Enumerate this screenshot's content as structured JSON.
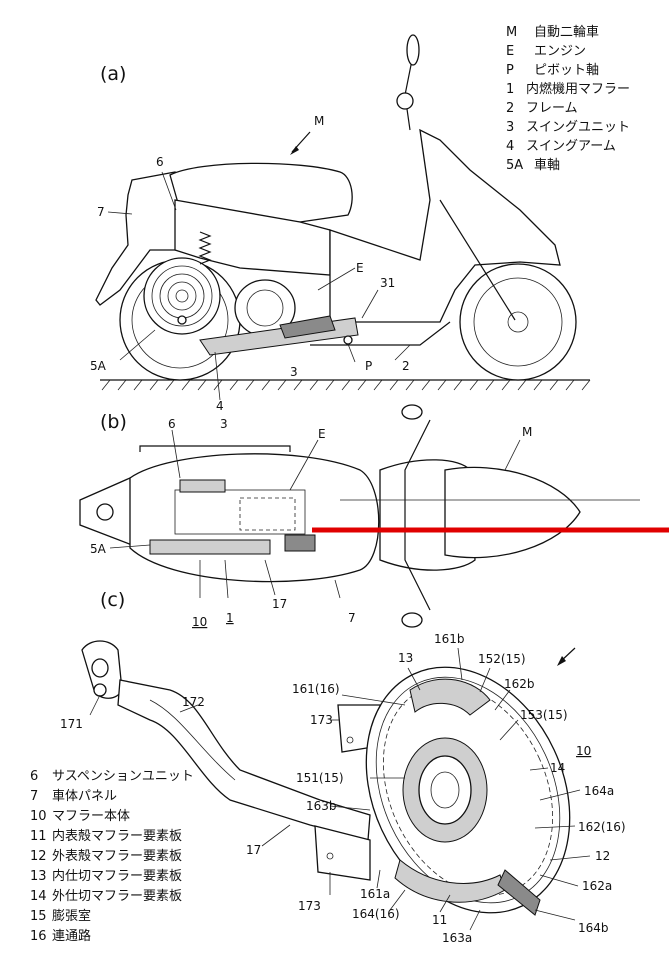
{
  "figure_labels": {
    "a": "(a)",
    "b": "(b)",
    "c": "(c)"
  },
  "legend_top": [
    {
      "key": "M",
      "text": "自動二輪車"
    },
    {
      "key": "E",
      "text": "エンジン"
    },
    {
      "key": "P",
      "text": "ピボット軸"
    },
    {
      "key": "1",
      "text": "内燃機用マフラー"
    },
    {
      "key": "2",
      "text": "フレーム"
    },
    {
      "key": "3",
      "text": "スイングユニット"
    },
    {
      "key": "4",
      "text": "スイングアーム"
    },
    {
      "key": "5A",
      "text": "車軸"
    }
  ],
  "legend_bottom": [
    {
      "key": "6",
      "text": "サスペンションユニット"
    },
    {
      "key": "7",
      "text": "車体パネル"
    },
    {
      "key": "10",
      "text": "マフラー本体"
    },
    {
      "key": "11",
      "text": "内表殻マフラー要素板"
    },
    {
      "key": "12",
      "text": "外表殻マフラー要素板"
    },
    {
      "key": "13",
      "text": "内仕切マフラー要素板"
    },
    {
      "key": "14",
      "text": "外仕切マフラー要素板"
    },
    {
      "key": "15",
      "text": "膨張室"
    },
    {
      "key": "16",
      "text": "連通路"
    }
  ],
  "callouts_a": {
    "M": "M",
    "6": "6",
    "7": "7",
    "E": "E",
    "31": "31",
    "5A": "5A",
    "4": "4",
    "3": "3",
    "P": "P",
    "2": "2"
  },
  "callouts_b": {
    "6": "6",
    "3": "3",
    "E": "E",
    "M": "M",
    "5A": "5A",
    "10": "10",
    "1": "1",
    "17": "17",
    "7": "7"
  },
  "callouts_c": {
    "1": "1",
    "171": "171",
    "172": "172",
    "17": "17",
    "173a": "173",
    "173b": "173",
    "13": "13",
    "161b": "161b",
    "152": "152(15)",
    "162b": "162b",
    "161": "161(16)",
    "153": "153(15)",
    "10": "10",
    "151": "151(15)",
    "14": "14",
    "164a": "164a",
    "163b": "163b",
    "162": "162(16)",
    "12": "12",
    "162a": "162a",
    "161a": "161a",
    "164": "164(16)",
    "11": "11",
    "163a": "163a",
    "164b": "164b"
  },
  "highlight_color": "#e00000"
}
